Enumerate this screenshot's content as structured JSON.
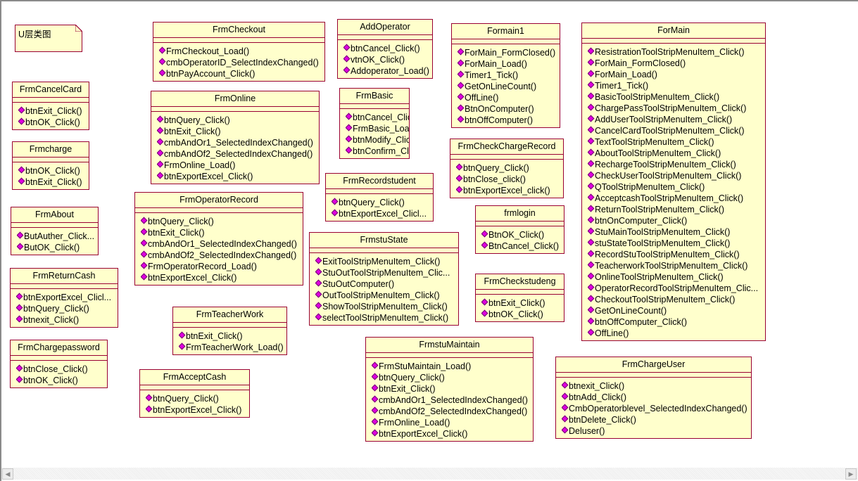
{
  "note": {
    "text": "U层类图"
  },
  "classes": [
    {
      "name": "FrmCheckout",
      "ops": [
        "FrmCheckout_Load()",
        "cmbOperatorID_SelectIndexChanged()",
        "btnPayAccount_Click()"
      ]
    },
    {
      "name": "AddOperator",
      "ops": [
        "btnCancel_Click()",
        "vtnOK_Click()",
        "Addoperator_Load()"
      ]
    },
    {
      "name": "Formain1",
      "ops": [
        "ForMain_FormClosed()",
        "ForMain_Load()",
        "Timer1_Tick()",
        "GetOnLineCount()",
        "OffLine()",
        "BtnOnComputer()",
        "btnOffComputer()"
      ]
    },
    {
      "name": "ForMain",
      "ops": [
        "ResistrationToolStripMenuItem_Click()",
        "ForMain_FormClosed()",
        "ForMain_Load()",
        "Timer1_Tick()",
        "BasicToolStripMenuItem_Click()",
        "ChargePassToolStripMenuItem_Click()",
        "AddUserToolStripMenuItem_Click()",
        "CancelCardToolStripMenuItem_Click()",
        "TextToolStripMenuItem_Click()",
        "AboutToolStripMenuItem_Click()",
        "RechargeToolStripMenuItem_Click()",
        "CheckUserToolStripMenuItem_Click()",
        "QToolStripMenuItem_Click()",
        "AcceptcashToolStripMenuItem_Click()",
        "ReturnToolStripMenuItem_Click()",
        "btnOnComputer_Click()",
        "StuMainToolStripMenuItem_Click()",
        "stuStateToolStripMenuItem_Click()",
        "RecordStuToolStripMenuItem_Click()",
        "TeacherworkToolStripMenuItem_Click()",
        "OnlineToolStripMenuItem_Click()",
        "OperatorRecordToolStripMenuItem_Clic...",
        "CheckoutToolStripMenuItem_Click()",
        "GetOnLineCount()",
        "btnOffComputer_Click()",
        "OffLine()"
      ]
    },
    {
      "name": "FrmCancelCard",
      "ops": [
        "btnExit_Click()",
        "btnOK_Click()"
      ]
    },
    {
      "name": "FrmOnline",
      "ops": [
        "btnQuery_Click()",
        "btnExit_Click()",
        "cmbAndOr1_SelectedIndexChanged()",
        "cmbAndOf2_SelectedIndexChanged()",
        "FrmOnline_Load()",
        "btnExportExcel_Click()"
      ]
    },
    {
      "name": "FrmBasic",
      "ops": [
        "btnCancel_Click()",
        "FrmBasic_Load()",
        "btnModify_Click()",
        "btnConfirm_Click()"
      ]
    },
    {
      "name": "Frmcharge",
      "ops": [
        "btnOK_Click()",
        "btnExit_Click()"
      ]
    },
    {
      "name": "FrmCheckChargeRecord",
      "ops": [
        "btnQuery_Click()",
        "btnClose_click()",
        "btnExportExcel_click()"
      ]
    },
    {
      "name": "FrmRecordstudent",
      "ops": [
        "btnQuery_Click()",
        "btnExportExcel_Clicl..."
      ]
    },
    {
      "name": "FrmOperatorRecord",
      "ops": [
        "btnQuery_Click()",
        "btnExit_Click()",
        "cmbAndOr1_SelectedIndexChanged()",
        "cmbAndOf2_SelectedIndexChanged()",
        "FrmOperatorRecord_Load()",
        "btnExportExcel_Click()"
      ]
    },
    {
      "name": "FrmAbout",
      "ops": [
        "ButAuther_Click...",
        "ButOK_Click()"
      ]
    },
    {
      "name": "frmlogin",
      "ops": [
        "BtnOK_Click()",
        "BtnCancel_Click()"
      ]
    },
    {
      "name": "FrmstuState",
      "ops": [
        "ExitToolStripMenuItem_Click()",
        "StuOutToolStripMenuItem_Clic...",
        "StuOutComputer()",
        "OutToolStripMenuItem_Click()",
        "ShowToolStripMenuItem_Click()",
        "selectToolStripMenuItem_Click()"
      ]
    },
    {
      "name": "FrmReturnCash",
      "ops": [
        "btnExportExcel_Clicl...",
        "btnQuery_Click()",
        "btnexit_Click()"
      ]
    },
    {
      "name": "FrmCheckstudeng",
      "ops": [
        "btnExit_Click()",
        "btnOK_Click()"
      ]
    },
    {
      "name": "FrmTeacherWork",
      "ops": [
        "btnExit_Click()",
        "FrmTeacherWork_Load()"
      ]
    },
    {
      "name": "FrmChargepassword",
      "ops": [
        "btnClose_Click()",
        "btnOK_Click()"
      ]
    },
    {
      "name": "FrmstuMaintain",
      "ops": [
        "FrmStuMaintain_Load()",
        "btnQuery_Click()",
        "btnExit_Click()",
        "cmbAndOr1_SelectedIndexChanged()",
        "cmbAndOf2_SelectedIndexChanged()",
        "FrmOnline_Load()",
        "btnExportExcel_Click()"
      ]
    },
    {
      "name": "FrmChargeUser",
      "ops": [
        "btnexit_Click()",
        "btnAdd_Click()",
        "CmbOperatorblevel_SelectedIndexChanged()",
        "btnDelete_Click()",
        "Deluser()"
      ]
    },
    {
      "name": "FrmAcceptCash",
      "ops": [
        "btnQuery_Click()",
        "btnExportExcel_Click()"
      ]
    }
  ],
  "scrollbar": {
    "left_icon": "arrow-left-icon",
    "right_icon": "arrow-right-icon"
  },
  "colors": {
    "class_fill": "#ffffcc",
    "class_border": "#990033",
    "operation_icon": "#e000e0"
  }
}
